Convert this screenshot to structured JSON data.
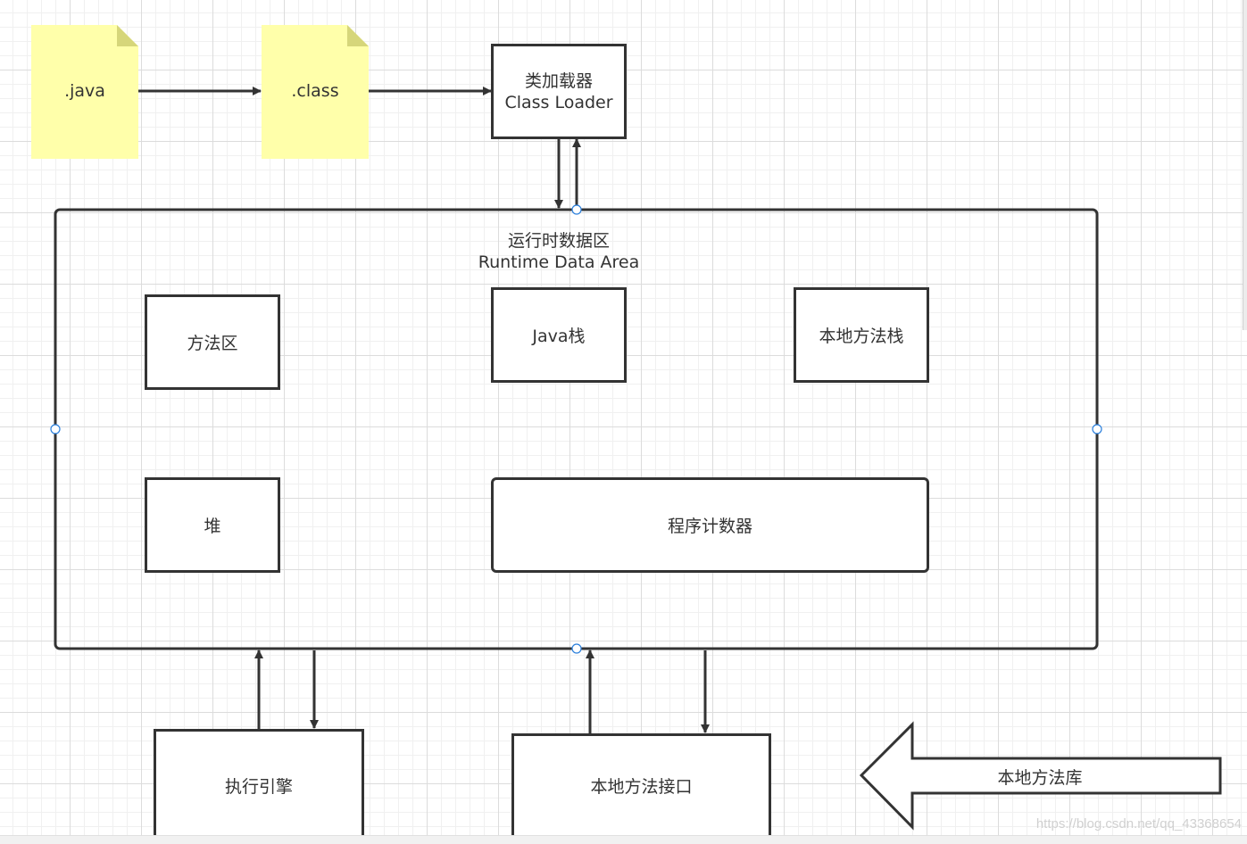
{
  "nodes": {
    "java_file": ".java",
    "class_file": ".class",
    "class_loader": {
      "line1": "类加载器",
      "line2": "Class Loader"
    },
    "runtime_area": {
      "line1": "运行时数据区",
      "line2": "Runtime Data Area"
    },
    "method_area": "方法区",
    "java_stack": "Java栈",
    "native_stack": "本地方法栈",
    "heap": "堆",
    "pc_register": "程序计数器",
    "exec_engine": "执行引擎",
    "native_interface": "本地方法接口",
    "native_library": "本地方法库"
  },
  "watermark": "https://blog.csdn.net/qq_43368654",
  "colors": {
    "note_fill": "#ffffaa",
    "note_fold": "#d6d67a",
    "stroke": "#333333",
    "handle": "#2a7fdc"
  }
}
